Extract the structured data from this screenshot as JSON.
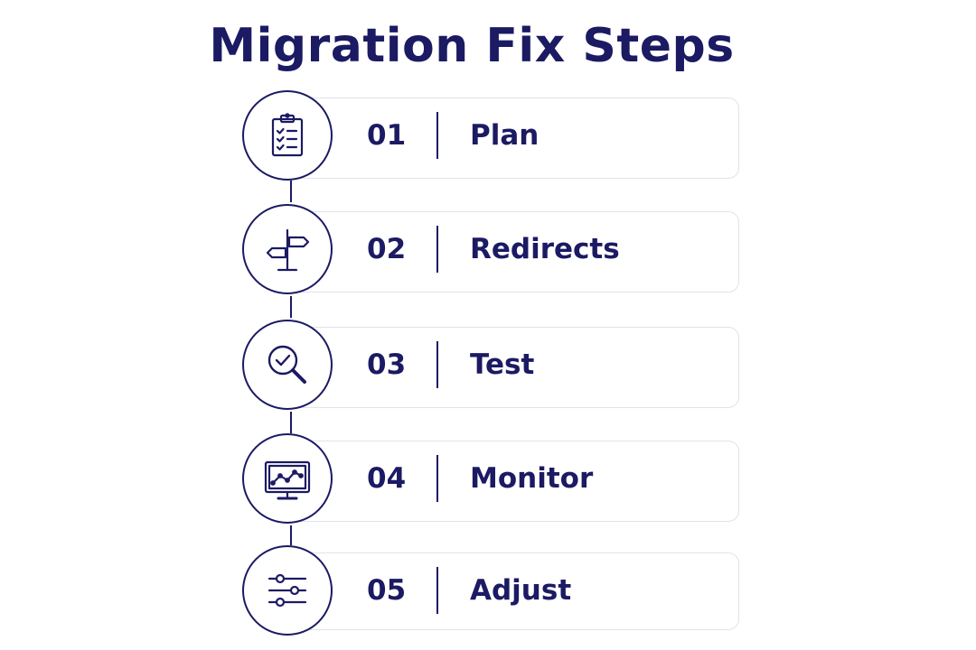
{
  "title": "Migration Fix Steps",
  "colors": {
    "primary": "#1b1a63",
    "card_border": "#e1e2ec",
    "background": "#ffffff"
  },
  "steps": [
    {
      "number": "01",
      "label": "Plan",
      "icon": "clipboard-checklist-icon"
    },
    {
      "number": "02",
      "label": "Redirects",
      "icon": "signpost-icon"
    },
    {
      "number": "03",
      "label": "Test",
      "icon": "magnifier-check-icon"
    },
    {
      "number": "04",
      "label": "Monitor",
      "icon": "monitor-chart-icon"
    },
    {
      "number": "05",
      "label": "Adjust",
      "icon": "sliders-icon"
    }
  ]
}
